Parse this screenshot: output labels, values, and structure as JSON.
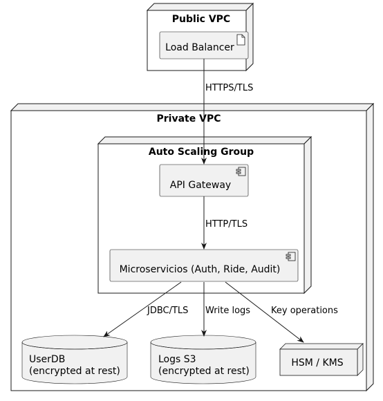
{
  "nodes": {
    "public_vpc": {
      "title": "Public VPC"
    },
    "load_balancer": {
      "label": "Load Balancer"
    },
    "private_vpc": {
      "title": "Private VPC"
    },
    "asg": {
      "title": "Auto Scaling Group"
    },
    "api_gateway": {
      "label": "API Gateway"
    },
    "microservices": {
      "label": "Microservicios (Auth, Ride, Audit)"
    },
    "userdb": {
      "line1": "UserDB",
      "line2": "(encrypted at rest)"
    },
    "logs_s3": {
      "line1": "Logs S3",
      "line2": "(encrypted at rest)"
    },
    "hsm": {
      "label": "HSM / KMS"
    }
  },
  "edges": {
    "lb_to_api": "HTTPS/TLS",
    "api_to_ms": "HTTP/TLS",
    "ms_to_userdb": "JDBC/TLS",
    "ms_to_logs": "Write logs",
    "ms_to_hsm": "Key operations"
  },
  "colors": {
    "line": "#181818",
    "fill": "#f1f1f1",
    "background": "#ffffff"
  }
}
